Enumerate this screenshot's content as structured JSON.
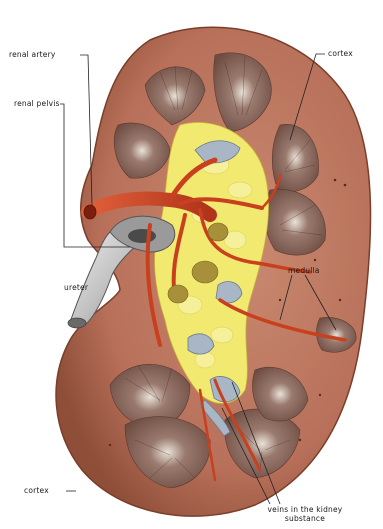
{
  "labels": {
    "renal_artery": "renal artery",
    "renal_pelvis": "renal pelvis",
    "cortex_top": "cortex",
    "ureter": "ureter",
    "medulla": "medulla",
    "cortex_bottom": "cortex",
    "veins_line1": "veins in the kidney",
    "veins_line2": "substance"
  },
  "colors": {
    "cortex": "#b8705a",
    "cortex_edge": "#8a4a34",
    "medulla": "#8c6a5e",
    "fat": "#f2ea70",
    "artery": "#c8401e",
    "vein": "#a8b4c4",
    "ureter": "#cfcfcf",
    "label_line": "#222222"
  }
}
